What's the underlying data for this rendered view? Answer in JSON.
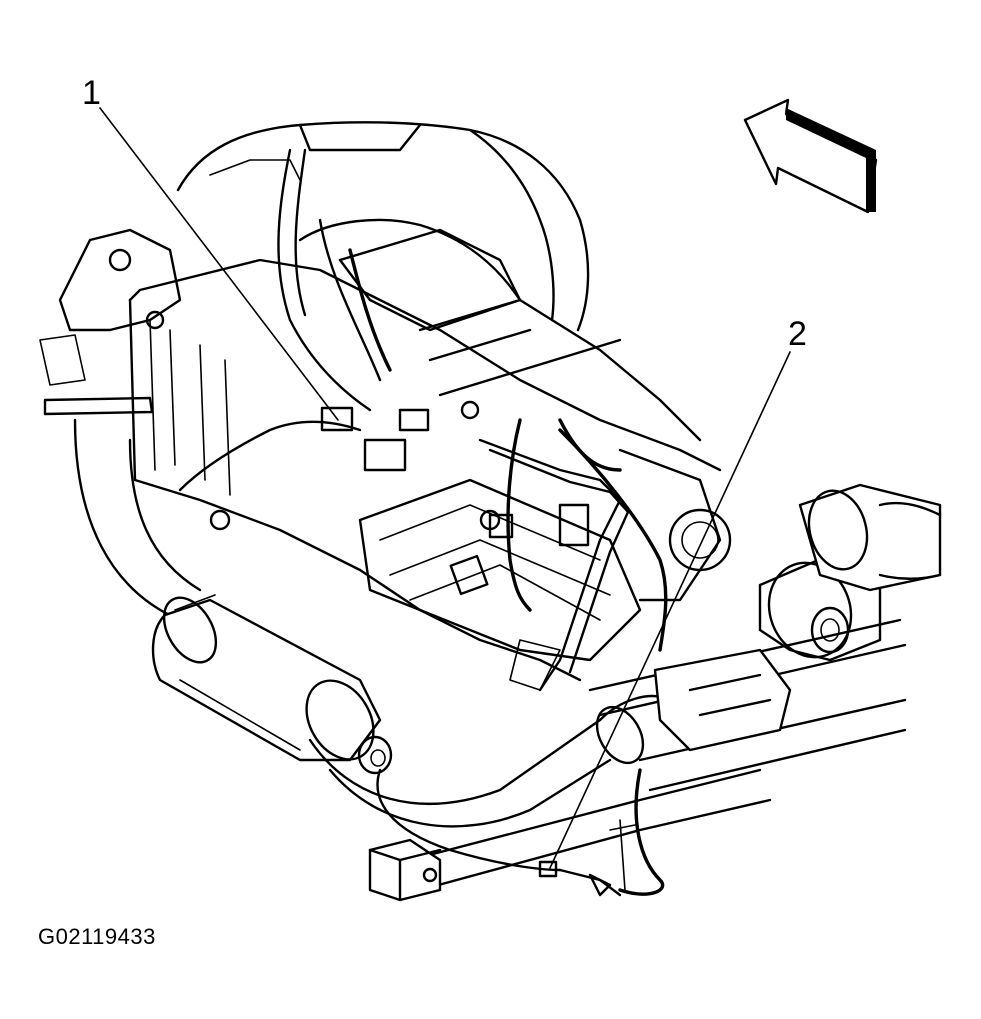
{
  "callouts": [
    {
      "label": "1"
    },
    {
      "label": "2"
    }
  ],
  "figure_id": "G02119433",
  "orientation_indicator": {
    "icon": "front-direction-arrow-icon"
  }
}
